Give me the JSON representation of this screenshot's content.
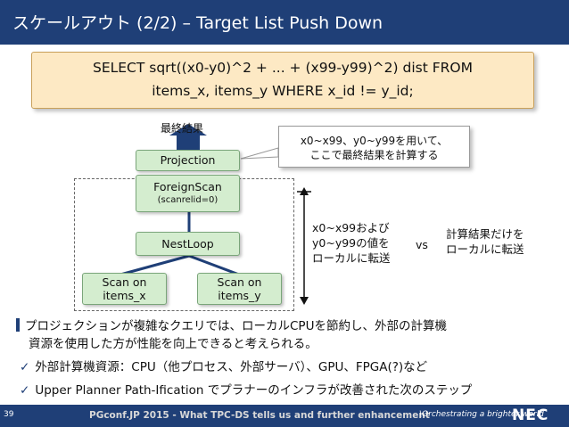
{
  "slide": {
    "title": "スケールアウト (2/2) – Target List Push Down",
    "page_number": "39"
  },
  "sql": {
    "line1": "SELECT sqrt((x0-y0)^2 + ... + (x99-y99)^2) dist FROM",
    "line2": "items_x, items_y WHERE x_id != y_id;"
  },
  "diagram": {
    "final_label": "最終結果",
    "nodes": {
      "projection": "Projection",
      "foreignscan": "ForeignScan",
      "foreignscan_sub": "(scanrelid=0)",
      "nestloop": "NestLoop",
      "scan_x_line1": "Scan on",
      "scan_x_line2": "items_x",
      "scan_y_line1": "Scan on",
      "scan_y_line2": "items_y"
    },
    "callout_line1": "x0~x99、y0~y99を用いて、",
    "callout_line2": "ここで最終結果を計算する",
    "left_side_lines": [
      "x0~x99および",
      "y0~y99の値を",
      "ローカルに転送"
    ],
    "vs": "vs",
    "right_side_lines": [
      "計算結果だけを",
      "ローカルに転送"
    ]
  },
  "bullets": {
    "main_line1": "プロジェクションが複雑なクエリでは、ローカルCPUを節約し、外部の計算機",
    "main_line2": "資源を使用した方が性能を向上できると考えられる。",
    "check_mark": "✓",
    "check1": "外部計算機資源：CPU（他プロセス、外部サーバ）、GPU、FPGA(?)など",
    "check2": "Upper Planner Path-Ification でプラナーのインフラが改善された次のステップ"
  },
  "footer": {
    "text": "PGconf.JP 2015 - What TPC-DS tells us and further enhancement",
    "tagline": "\\Orchestrating a brighter world",
    "logo": "NEC"
  },
  "colors": {
    "title_bar": "#1f3f77",
    "sql_box": "#fde9c4",
    "node_fill": "#d4edcf",
    "node_border": "#7aa57a"
  }
}
